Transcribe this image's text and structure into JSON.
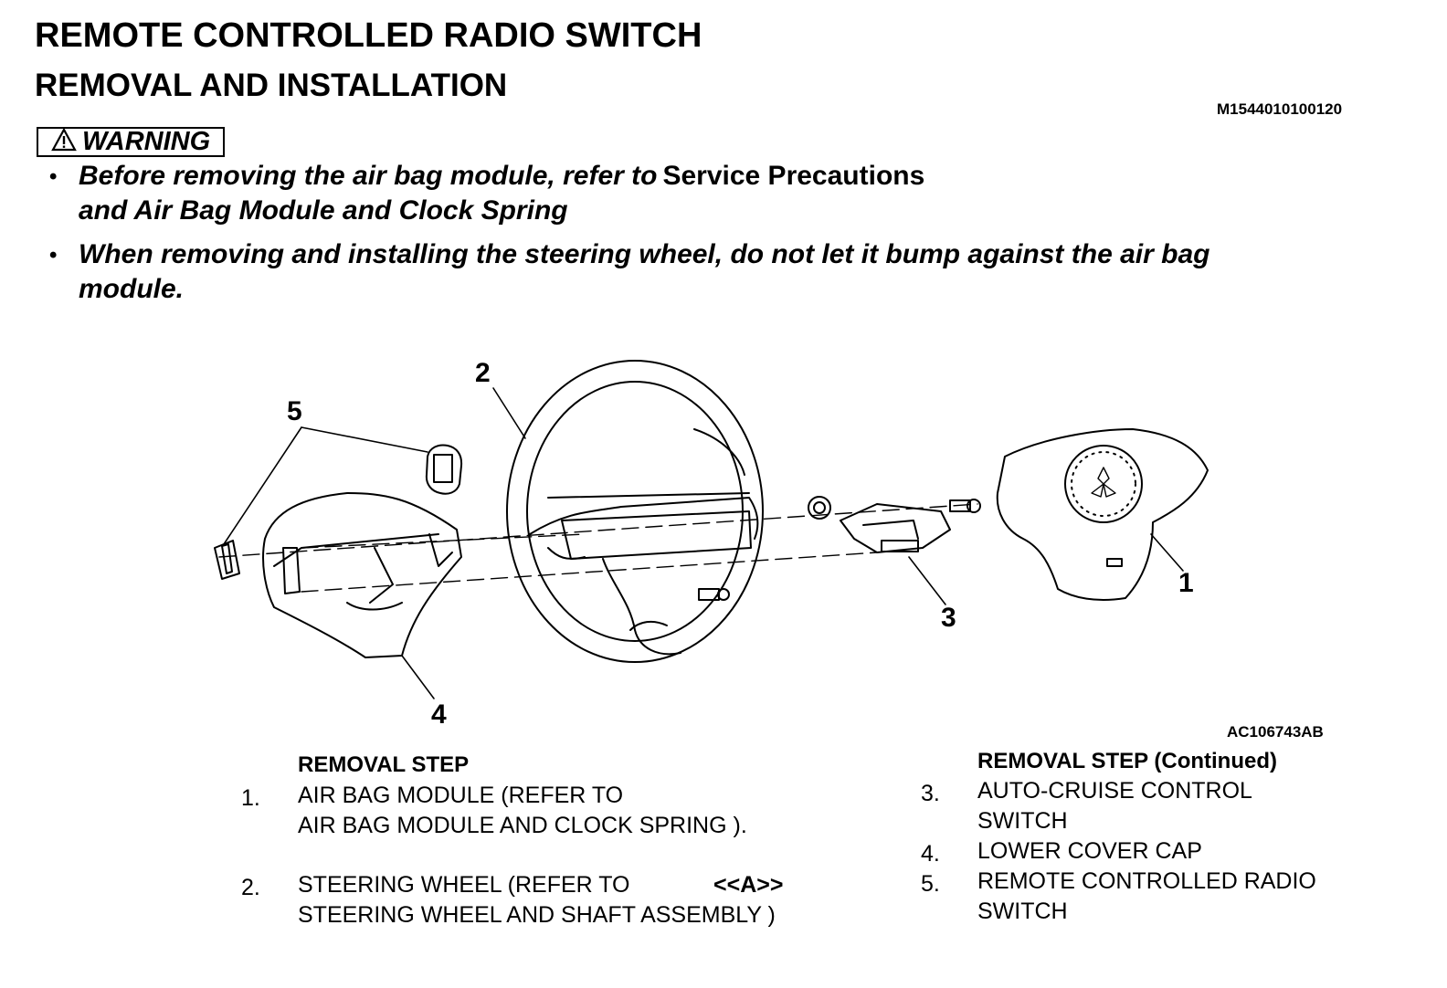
{
  "header": {
    "title": "REMOTE CONTROLLED RADIO SWITCH",
    "subtitle": "REMOVAL AND INSTALLATION",
    "doc_id": "M1544010100120"
  },
  "warning": {
    "label": "WARNING",
    "icon": "warning-triangle-icon",
    "bullets": [
      {
        "line1_prefix": "Before removing the air bag module, refer to",
        "line1_link": "Service Precautions",
        "line2": "and Air Bag Module and Clock Spring"
      },
      {
        "line1": "When removing and installing the steering wheel, do not let it bump against the air bag",
        "line2": "module."
      }
    ]
  },
  "figure": {
    "id": "AC106743AB",
    "callouts": [
      "1",
      "2",
      "3",
      "4",
      "5"
    ]
  },
  "removal_left": {
    "heading": "REMOVAL STEP",
    "steps": [
      {
        "num": "1.",
        "line1": "AIR BAG MODULE (REFER TO",
        "line2": "AIR BAG MODULE AND CLOCK SPRING )."
      },
      {
        "num": "2.",
        "line1": "STEERING WHEEL (REFER TO",
        "tag": "<<A>>",
        "line2": "STEERING WHEEL AND SHAFT ASSEMBLY )"
      }
    ]
  },
  "removal_right": {
    "heading": "REMOVAL STEP (Continued)",
    "steps": [
      {
        "num": "3.",
        "line1": "AUTO-CRUISE CONTROL",
        "line2": "SWITCH"
      },
      {
        "num": "4.",
        "line1": "LOWER COVER CAP",
        "line2": ""
      },
      {
        "num": "5.",
        "line1": "REMOTE CONTROLLED RADIO",
        "line2": "SWITCH"
      }
    ]
  }
}
